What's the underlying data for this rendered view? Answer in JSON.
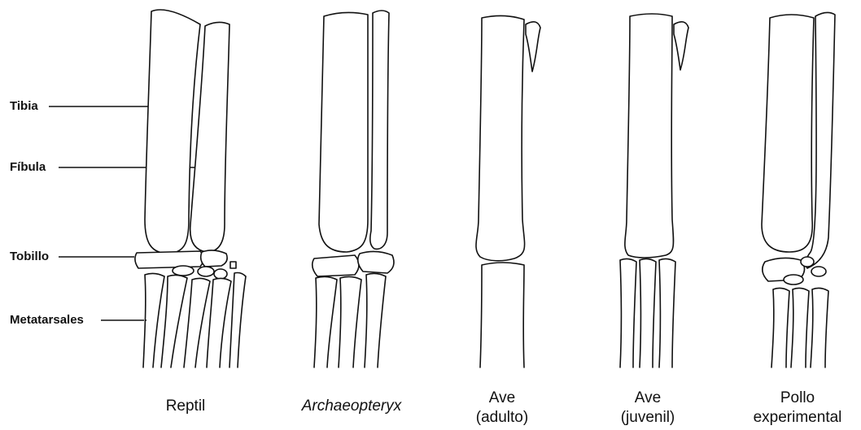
{
  "labels": {
    "tibia": "Tibia",
    "fibula": "Fíbula",
    "tobillo": "Tobillo",
    "metatarsales": "Metatarsales"
  },
  "specimens": [
    {
      "id": "reptil",
      "lines": [
        "Reptil"
      ],
      "italic": false
    },
    {
      "id": "archaeopteryx",
      "lines": [
        "Archaeopteryx"
      ],
      "italic": true
    },
    {
      "id": "ave-adulto",
      "lines": [
        "Ave",
        "(adulto)"
      ],
      "italic": false
    },
    {
      "id": "ave-juvenil",
      "lines": [
        "Ave",
        "(juvenil)"
      ],
      "italic": false
    },
    {
      "id": "pollo-experimental",
      "lines": [
        "Pollo",
        "experimental"
      ],
      "italic": false
    }
  ],
  "colors": {
    "ink": "#111111",
    "background": "#ffffff"
  }
}
